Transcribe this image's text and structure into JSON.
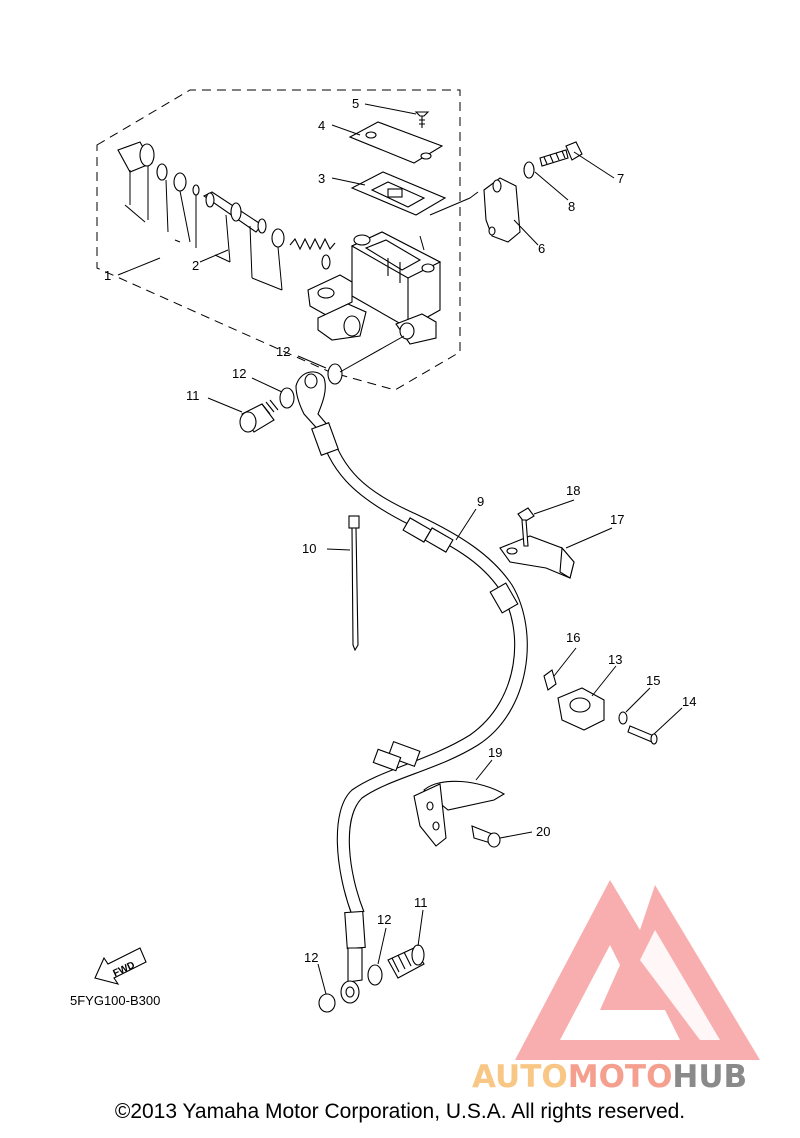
{
  "callouts": [
    {
      "id": "c1",
      "text": "1"
    },
    {
      "id": "c2",
      "text": "2"
    },
    {
      "id": "c3",
      "text": "3"
    },
    {
      "id": "c4",
      "text": "4"
    },
    {
      "id": "c5",
      "text": "5"
    },
    {
      "id": "c6",
      "text": "6"
    },
    {
      "id": "c7",
      "text": "7"
    },
    {
      "id": "c8",
      "text": "8"
    },
    {
      "id": "c9",
      "text": "9"
    },
    {
      "id": "c10",
      "text": "10"
    },
    {
      "id": "c11a",
      "text": "11"
    },
    {
      "id": "c11b",
      "text": "11"
    },
    {
      "id": "c12a",
      "text": "12"
    },
    {
      "id": "c12b",
      "text": "12"
    },
    {
      "id": "c12c",
      "text": "12"
    },
    {
      "id": "c12d",
      "text": "12"
    },
    {
      "id": "c13",
      "text": "13"
    },
    {
      "id": "c14",
      "text": "14"
    },
    {
      "id": "c15",
      "text": "15"
    },
    {
      "id": "c16",
      "text": "16"
    },
    {
      "id": "c17",
      "text": "17"
    },
    {
      "id": "c18",
      "text": "18"
    },
    {
      "id": "c19",
      "text": "19"
    },
    {
      "id": "c20",
      "text": "20"
    }
  ],
  "fwd_label": "FWD",
  "reference_code": "5FYG100-B300",
  "watermark": {
    "word_part1": "AUTO",
    "word_part2": "MOTO",
    "word_part3": "HUB",
    "color_light": "#f9c785",
    "color_mid": "#f5a08f",
    "color_dark": "#8a8a8a",
    "triangle_color": "#f7a0a0"
  },
  "copyright": "©2013 Yamaha Motor Corporation, U.S.A. All rights reserved."
}
